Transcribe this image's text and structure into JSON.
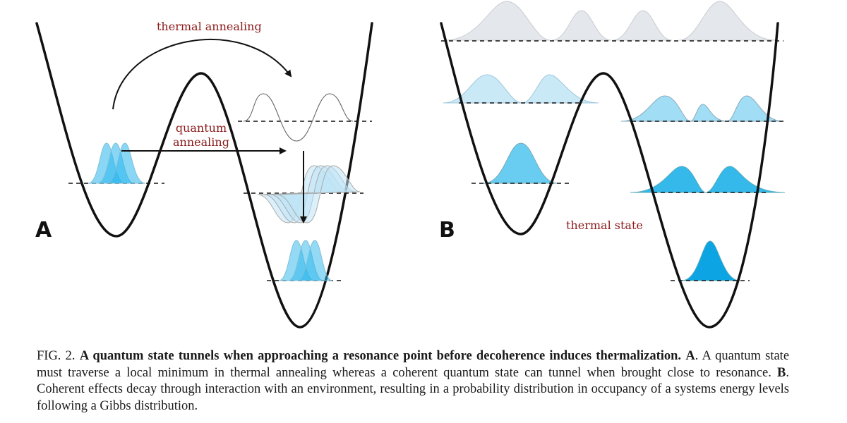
{
  "panel_a": {
    "label": "A",
    "thermal_annealing_label": "thermal annealing",
    "quantum_annealing_line1": "quantum",
    "quantum_annealing_line2": "annealing"
  },
  "panel_b": {
    "label": "B",
    "thermal_state_label": "thermal state"
  },
  "caption": {
    "fig_number": "FIG. 2.",
    "title": "A quantum state tunnels when approaching a resonance point before decoherence induces thermalization.",
    "label_a": "A",
    "text_a": "A quantum state must traverse a local minimum in thermal annealing whereas a coherent quantum state can tunnel when brought close to resonance.",
    "label_b": "B",
    "text_b": "Coherent effects decay through interaction with an environment, resulting in a probability distribution in occupancy of a systems energy levels following a Gibbs distribution."
  },
  "colors": {
    "curve": "#111111",
    "label_red": "#8b1a1a",
    "wave_blue": "#29b6ec",
    "wave_pale": "#bde3f5",
    "wave_grey": "#e4e8ec"
  }
}
